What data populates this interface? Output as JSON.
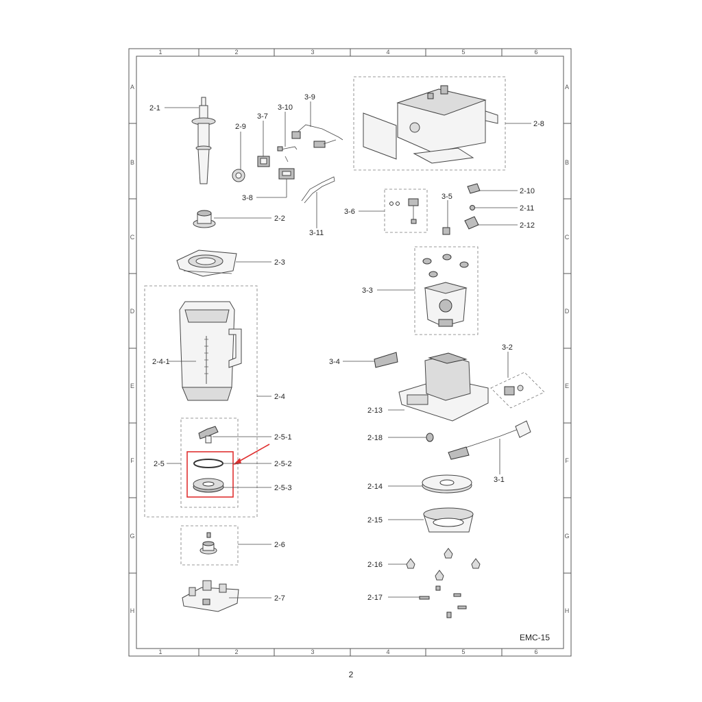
{
  "frame": {
    "columns": [
      "1",
      "2",
      "3",
      "4",
      "5",
      "6"
    ],
    "rows": [
      "A",
      "B",
      "C",
      "D",
      "E",
      "F",
      "G",
      "H"
    ]
  },
  "model_code": "EMC-15",
  "page_number": "2",
  "parts": [
    {
      "id": "2-1",
      "label": "2-1"
    },
    {
      "id": "2-2",
      "label": "2-2"
    },
    {
      "id": "2-3",
      "label": "2-3"
    },
    {
      "id": "2-4",
      "label": "2-4"
    },
    {
      "id": "2-4-1",
      "label": "2-4-1"
    },
    {
      "id": "2-5",
      "label": "2-5"
    },
    {
      "id": "2-5-1",
      "label": "2-5-1"
    },
    {
      "id": "2-5-2",
      "label": "2-5-2"
    },
    {
      "id": "2-5-3",
      "label": "2-5-3"
    },
    {
      "id": "2-6",
      "label": "2-6"
    },
    {
      "id": "2-7",
      "label": "2-7"
    },
    {
      "id": "2-8",
      "label": "2-8"
    },
    {
      "id": "2-9",
      "label": "2-9"
    },
    {
      "id": "2-10",
      "label": "2-10"
    },
    {
      "id": "2-11",
      "label": "2-11"
    },
    {
      "id": "2-12",
      "label": "2-12"
    },
    {
      "id": "2-13",
      "label": "2-13"
    },
    {
      "id": "2-14",
      "label": "2-14"
    },
    {
      "id": "2-15",
      "label": "2-15"
    },
    {
      "id": "2-16",
      "label": "2-16"
    },
    {
      "id": "2-17",
      "label": "2-17"
    },
    {
      "id": "2-18",
      "label": "2-18"
    },
    {
      "id": "3-1",
      "label": "3-1"
    },
    {
      "id": "3-2",
      "label": "3-2"
    },
    {
      "id": "3-3",
      "label": "3-3"
    },
    {
      "id": "3-4",
      "label": "3-4"
    },
    {
      "id": "3-5",
      "label": "3-5"
    },
    {
      "id": "3-6",
      "label": "3-6"
    },
    {
      "id": "3-7",
      "label": "3-7"
    },
    {
      "id": "3-8",
      "label": "3-8"
    },
    {
      "id": "3-9",
      "label": "3-9"
    },
    {
      "id": "3-10",
      "label": "3-10"
    },
    {
      "id": "3-11",
      "label": "3-11"
    }
  ],
  "highlight": {
    "color": "#e03030",
    "parts": [
      "2-5-2",
      "2-5-3"
    ]
  }
}
